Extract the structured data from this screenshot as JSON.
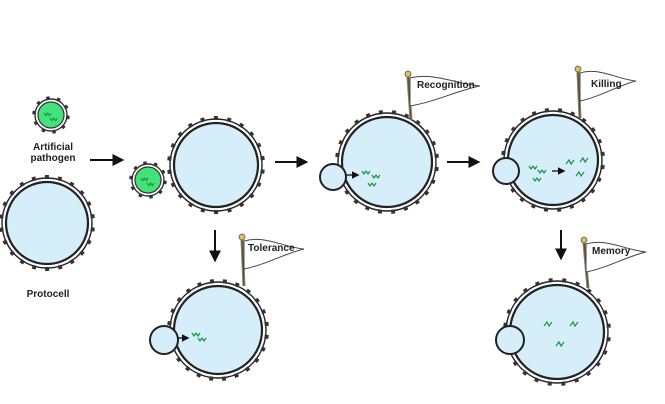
{
  "labels": {
    "artificial_pathogen_line1": "Artificial",
    "artificial_pathogen_line2": "pathogen",
    "protocell": "Protocell"
  },
  "flags": {
    "recognition": "Recognition",
    "killing": "Killing",
    "tolerance": "Tolerance",
    "memory": "Memory"
  },
  "colors": {
    "cell_fill": "#d6eefa",
    "cell_stroke": "#222222",
    "pathogen_fill": "#44e27a",
    "pathogen_mark": "#1f9a4a",
    "arrow": "#111111",
    "flag_fill": "#ffffff",
    "pole": "#8a7e5c",
    "pole_top": "#e0c050"
  },
  "icons": {
    "membrane_protein": "membrane-protein-icon",
    "pathogen_fragment": "pathogen-fragment-icon",
    "flag": "flag-icon",
    "arrow": "process-arrow-icon"
  }
}
